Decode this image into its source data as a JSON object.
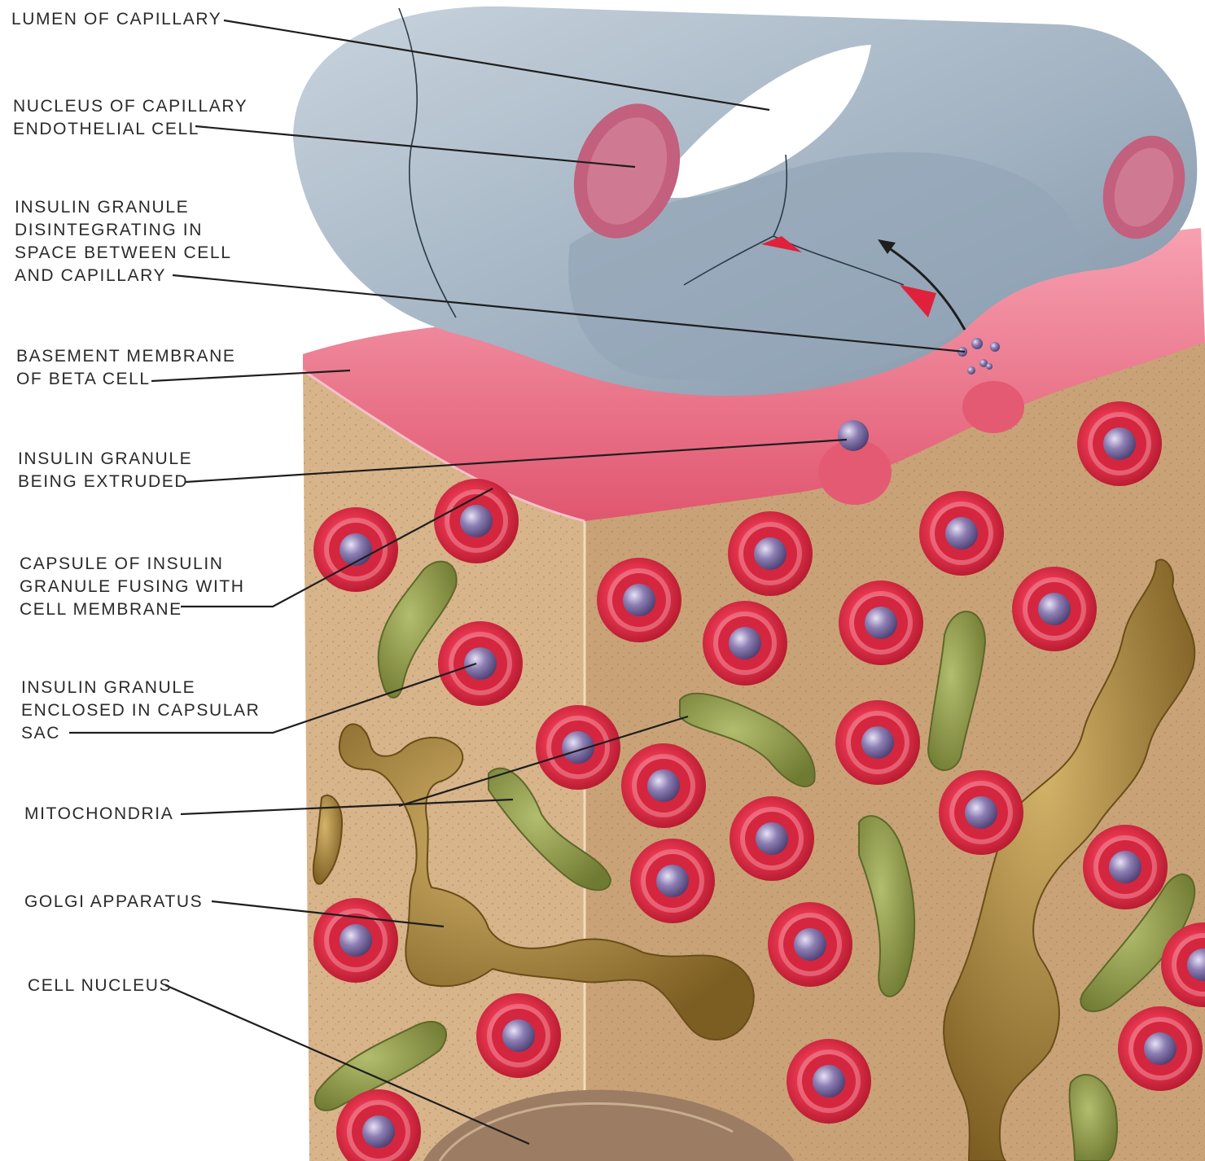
{
  "labels": {
    "lumen": "LUMEN OF CAPILLARY",
    "nucleus_capillary": "NUCLEUS OF CAPILLARY\nENDOTHELIAL CELL",
    "granule_disintegrating": "INSULIN GRANULE\nDISINTEGRATING IN\nSPACE BETWEEN CELL\nAND CAPILLARY",
    "basement_membrane": "BASEMENT MEMBRANE\nOF BETA CELL",
    "granule_extruded": "INSULIN GRANULE\nBEING EXTRUDED",
    "capsule_fusing": "CAPSULE OF INSULIN\nGRANULE FUSING WITH\nCELL MEMBRANE",
    "granule_enclosed": "INSULIN GRANULE\nENCLOSED IN CAPSULAR\nSAC",
    "mitochondria": "MITOCHONDRIA",
    "golgi": "GOLGI APPARATUS",
    "cell_nucleus": "CELL NUCLEUS"
  },
  "colors": {
    "capillary": "#a9b8c6",
    "capillary_shadow": "#7f92a4",
    "endothelial_nucleus": "#c2607e",
    "basement_membrane": "#e86f86",
    "cytoplasm": "#c9a377",
    "cytoplasm_side": "#d8b48a",
    "granule_ring": "#d9243d",
    "granule_core": "#7d6fa2",
    "mitochondria": "#8f9a4e",
    "golgi": "#a7853d",
    "cell_nucleus": "#9c7c63",
    "leader_line": "#1e1e1e"
  }
}
